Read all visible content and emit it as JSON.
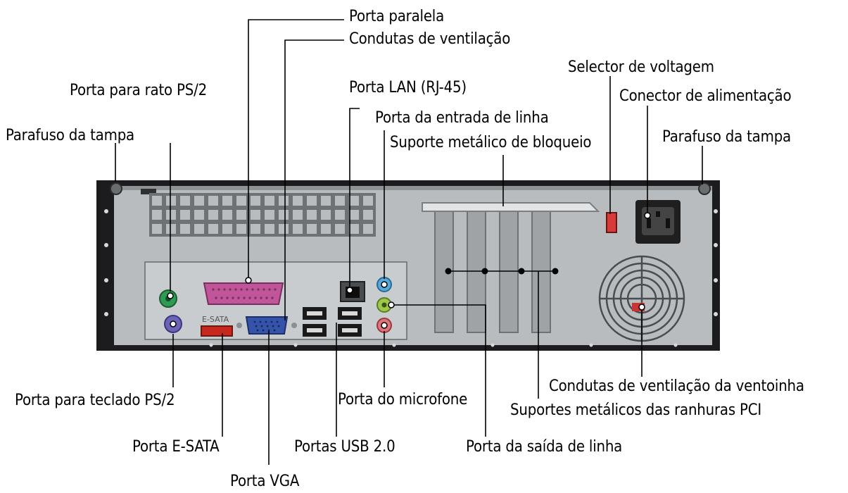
{
  "labels": {
    "porta_paralela": "Porta paralela",
    "condutas_ventilacao": "Condutas de ventilação",
    "selector_voltagem": "Selector de voltagem",
    "porta_rato": "Porta para rato PS/2",
    "porta_lan": "Porta LAN (RJ-45)",
    "conector_alimentacao": "Conector de alimentação",
    "porta_entrada_linha": "Porta da entrada de linha",
    "parafuso_esq": "Parafuso da tampa",
    "suporte_bloqueio": "Suporte metálico de bloqueio",
    "parafuso_dir": "Parafuso da tampa",
    "condutas_ventoinha": "Condutas de ventilação da ventoinha",
    "porta_teclado": "Porta para teclado PS/2",
    "porta_microfone": "Porta do microfone",
    "suportes_pci": "Suportes metálicos das ranhuras PCI",
    "porta_esata": "Porta E-SATA",
    "portas_usb": "Portas USB 2.0",
    "porta_saida_linha": "Porta da saída de linha",
    "porta_vga": "Porta VGA"
  },
  "port_text": {
    "esata": "E-SATA"
  },
  "colors": {
    "chassis": "#b8bcbf",
    "frame": "#1c1c1e",
    "ps2_mouse": "#2e9a52",
    "ps2_keyboard": "#6b63b5",
    "parallel": "#c0559a",
    "vga": "#3553a8",
    "esata": "#c6281d",
    "audio_in": "#54a9d8",
    "audio_out": "#9dc84a",
    "mic": "#e0747a",
    "voltage_switch": "#d83a3a"
  }
}
